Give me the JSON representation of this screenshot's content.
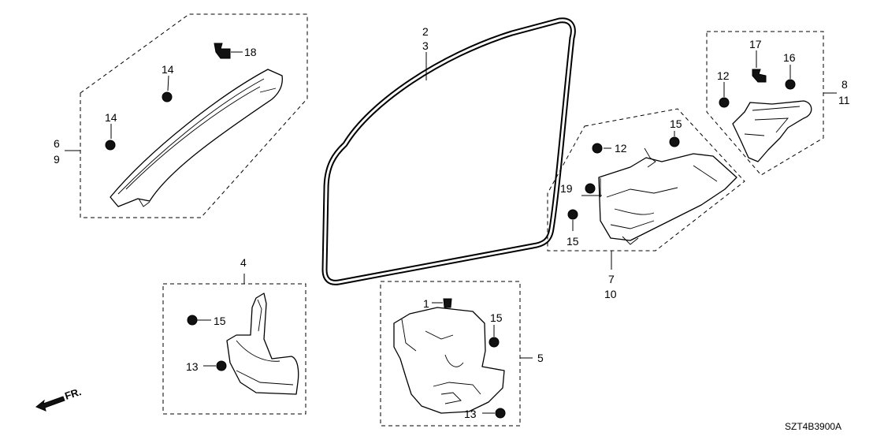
{
  "callouts": {
    "c2": "2",
    "c3": "3",
    "c4": "4",
    "c5": "5",
    "c6": "6",
    "c9": "9",
    "c7": "7",
    "c10": "10",
    "c8": "8",
    "c11": "11",
    "c1": "1",
    "c12a": "12",
    "c12b": "12",
    "c13a": "13",
    "c13b": "13",
    "c14a": "14",
    "c14b": "14",
    "c15a": "15",
    "c15b": "15",
    "c15c": "15",
    "c15d": "15",
    "c16": "16",
    "c17": "17",
    "c18": "18",
    "c19": "19"
  },
  "front_label": "FR.",
  "diagram_code": "SZT4B3900A"
}
